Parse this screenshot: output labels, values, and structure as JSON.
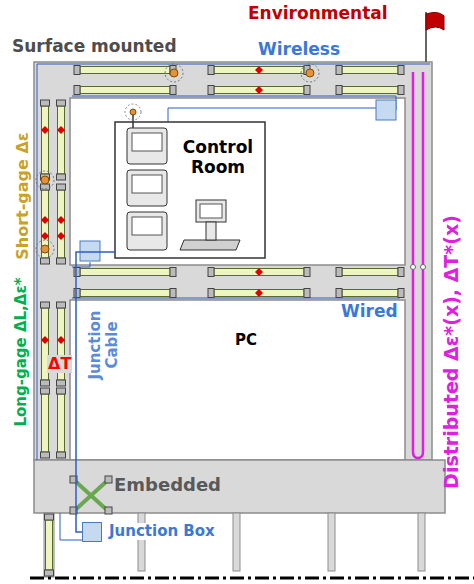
{
  "diagram": {
    "nodes": [
      {
        "text": [
          "Control Room",
          "PC"
        ]
      },
      {
        "text": [
          "Embedded"
        ]
      },
      {
        "text": [
          "Junction Box"
        ]
      }
    ],
    "edges": [
      {
        "from": 2,
        "to": 0,
        "arrow": "none"
      }
    ],
    "labels": [
      "Environmental",
      "Surface mounted",
      "Wireless",
      "Short-gage Δε",
      "Long-gage ΔL,Δε*",
      "ΔT",
      "Junction Cable",
      "Wired",
      "Distributed Δε*(x), ΔT*(x)"
    ]
  }
}
